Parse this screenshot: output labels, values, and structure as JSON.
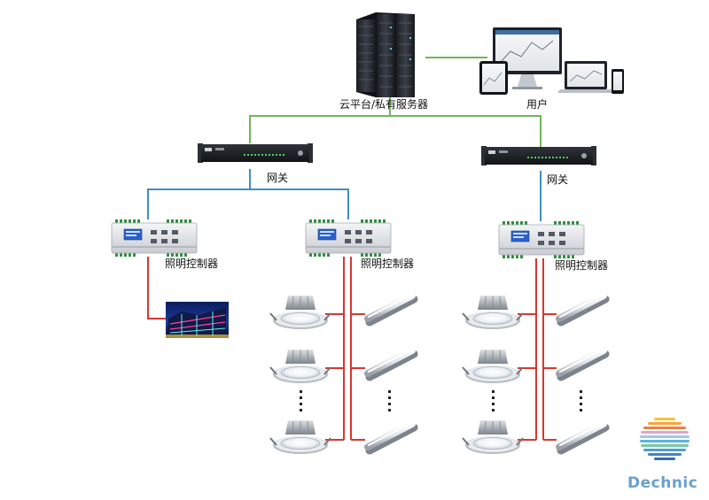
{
  "labels": {
    "server": "云平台/私有服务器",
    "users": "用户",
    "gateway": "网关",
    "controller": "照明控制器"
  },
  "brand": {
    "name": "Dechnic"
  },
  "colors": {
    "ethernet_link": "#72b65a",
    "bus_link": "#3d8fc7",
    "power_link": "#d7372e",
    "brand_text": "#6a9fce"
  }
}
